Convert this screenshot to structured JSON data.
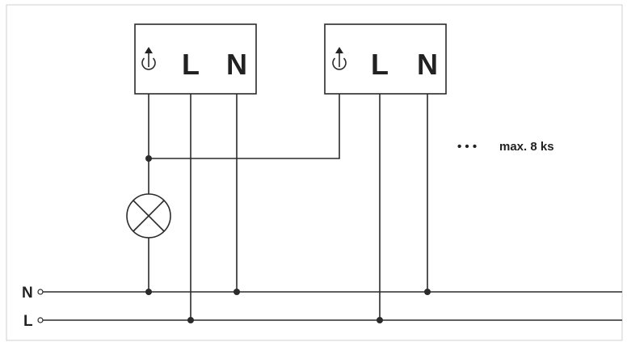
{
  "module_1": {
    "terminals": [
      "L",
      "N"
    ],
    "icon": "push-button-icon"
  },
  "module_2": {
    "terminals": [
      "L",
      "N"
    ],
    "icon": "push-button-icon"
  },
  "note": {
    "bullets": "• • •",
    "text": "max. 8 ks"
  },
  "rails": {
    "n_label": "N",
    "l_label": "L"
  },
  "lamp": {
    "icon": "lamp-icon"
  },
  "colors": {
    "line": "#2b2b2b",
    "frame": "#cfcfcf"
  }
}
